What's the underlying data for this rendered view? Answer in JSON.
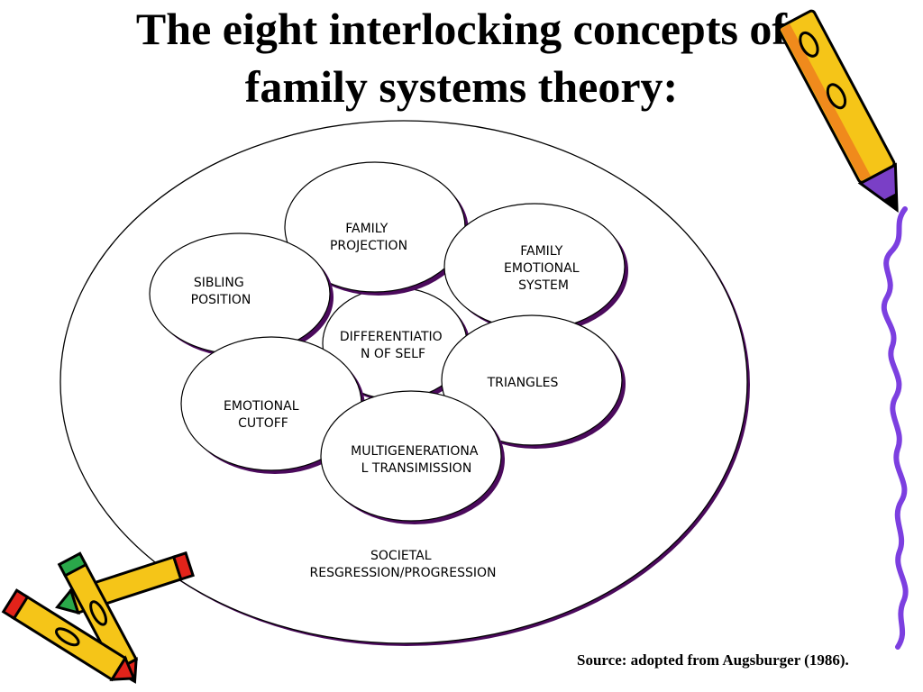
{
  "title": {
    "line1": "The eight interlocking concepts of",
    "line2": "family systems theory:"
  },
  "concepts": {
    "family_projection": [
      "FAMILY",
      "PROJECTION"
    ],
    "family_emotional_system": [
      "FAMILY",
      "EMOTIONAL",
      "SYSTEM"
    ],
    "sibling_position": [
      "SIBLING",
      "POSITION"
    ],
    "differentiation_of_self": [
      "DIFFERENTIATIO",
      "N OF SELF"
    ],
    "triangles": [
      "TRIANGLES"
    ],
    "emotional_cutoff": [
      "EMOTIONAL",
      "CUTOFF"
    ],
    "multigenerational_transmission": [
      "MULTIGENERATIONA",
      "L TRANSIMISSION"
    ],
    "societal_regression": [
      "SOCIETAL",
      "RESGRESSION/PROGRESSION"
    ]
  },
  "source": "Source: adopted from Augsburger (1986).",
  "colors": {
    "shadow": "#4b0a5c",
    "pencil_body": "#f5c518",
    "pencil_outline": "#000000",
    "pencil_tip": "#7a3fc6",
    "squiggle": "#7c3fe0",
    "eraser_red": "#e2231a",
    "eraser_green": "#2aa84a"
  },
  "icons": [
    "pencil-icon",
    "crayon-icon",
    "squiggle-line"
  ]
}
